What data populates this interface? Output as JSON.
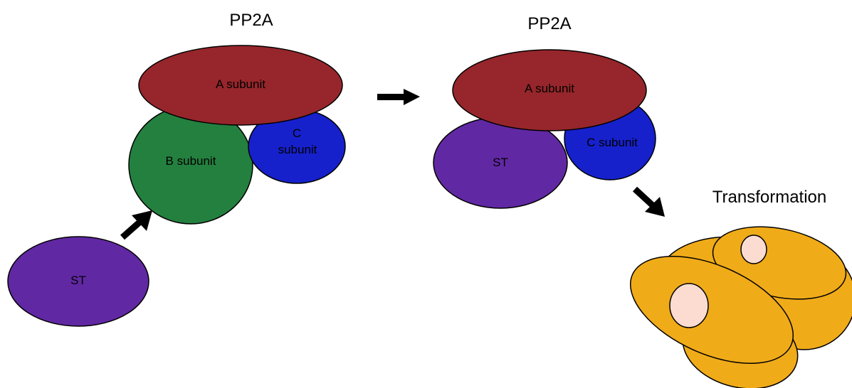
{
  "left_complex": {
    "title": "PP2A",
    "a_subunit": "A subunit",
    "b_subunit": "B subunit",
    "c_subunit_line1": "C",
    "c_subunit_line2": "subunit",
    "st": "ST"
  },
  "right_complex": {
    "title": "PP2A",
    "a_subunit": "A subunit",
    "c_subunit": "C subunit",
    "st": "ST"
  },
  "outcome": {
    "label": "Transformation"
  },
  "colors": {
    "a_subunit": "#96262B",
    "b_subunit": "#24803F",
    "c_subunit": "#1621CC",
    "st": "#6128A3",
    "cell_body": "#F0AB19",
    "nucleus": "#FCDCD1",
    "arrow": "#000000"
  }
}
